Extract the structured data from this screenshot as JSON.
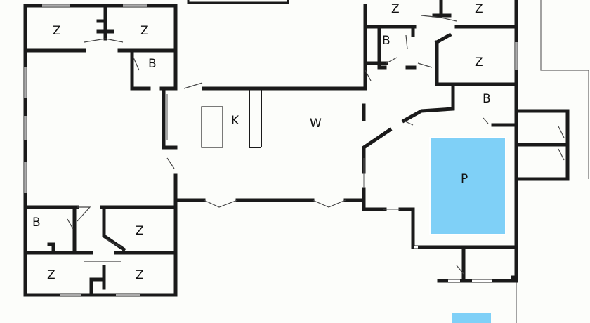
{
  "floor_plan": {
    "rooms": [
      {
        "id": "bedroom-1",
        "label": "Z"
      },
      {
        "id": "bedroom-2",
        "label": "Z"
      },
      {
        "id": "bathroom-1",
        "label": "B"
      },
      {
        "id": "bedroom-3",
        "label": "Z"
      },
      {
        "id": "bedroom-4",
        "label": "Z"
      },
      {
        "id": "bathroom-2",
        "label": "B"
      },
      {
        "id": "bedroom-5",
        "label": "Z"
      },
      {
        "id": "bathroom-3",
        "label": "B"
      },
      {
        "id": "kitchen",
        "label": "K"
      },
      {
        "id": "living",
        "label": "W"
      },
      {
        "id": "pool",
        "label": "P"
      },
      {
        "id": "bathroom-4",
        "label": "B"
      },
      {
        "id": "bedroom-6",
        "label": "Z"
      },
      {
        "id": "bedroom-7",
        "label": "Z"
      },
      {
        "id": "bedroom-8",
        "label": "Z"
      }
    ],
    "colors": {
      "wall": "#1a1a1a",
      "pool": "#7fd0f7",
      "pool_border": "#ffffff",
      "background": "#fcfdfa",
      "window": "#ffffff"
    }
  }
}
